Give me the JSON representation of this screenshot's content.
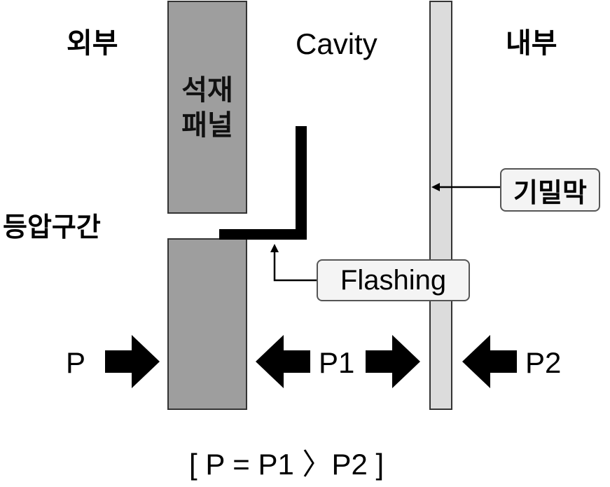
{
  "regions": {
    "exterior": "외부",
    "cavity": "Cavity",
    "interior": "내부"
  },
  "stone_panel": {
    "line1": "석재",
    "line2": "패널"
  },
  "pressure_zone": "등압구간",
  "air_barrier": "기밀막",
  "flashing": "Flashing",
  "pressures": {
    "outside": "P",
    "cavity": "P1",
    "inside": "P2"
  },
  "equation": "[ P = P1 〉P2 ]",
  "colors": {
    "stone": "#9e9e9e",
    "inner_wall": "#dcdcdc",
    "callout_bg": "#f4f4f4",
    "arrow": "#000000"
  },
  "icons": [
    "arrow-right-icon",
    "arrow-left-icon",
    "thin-arrow-icon"
  ]
}
